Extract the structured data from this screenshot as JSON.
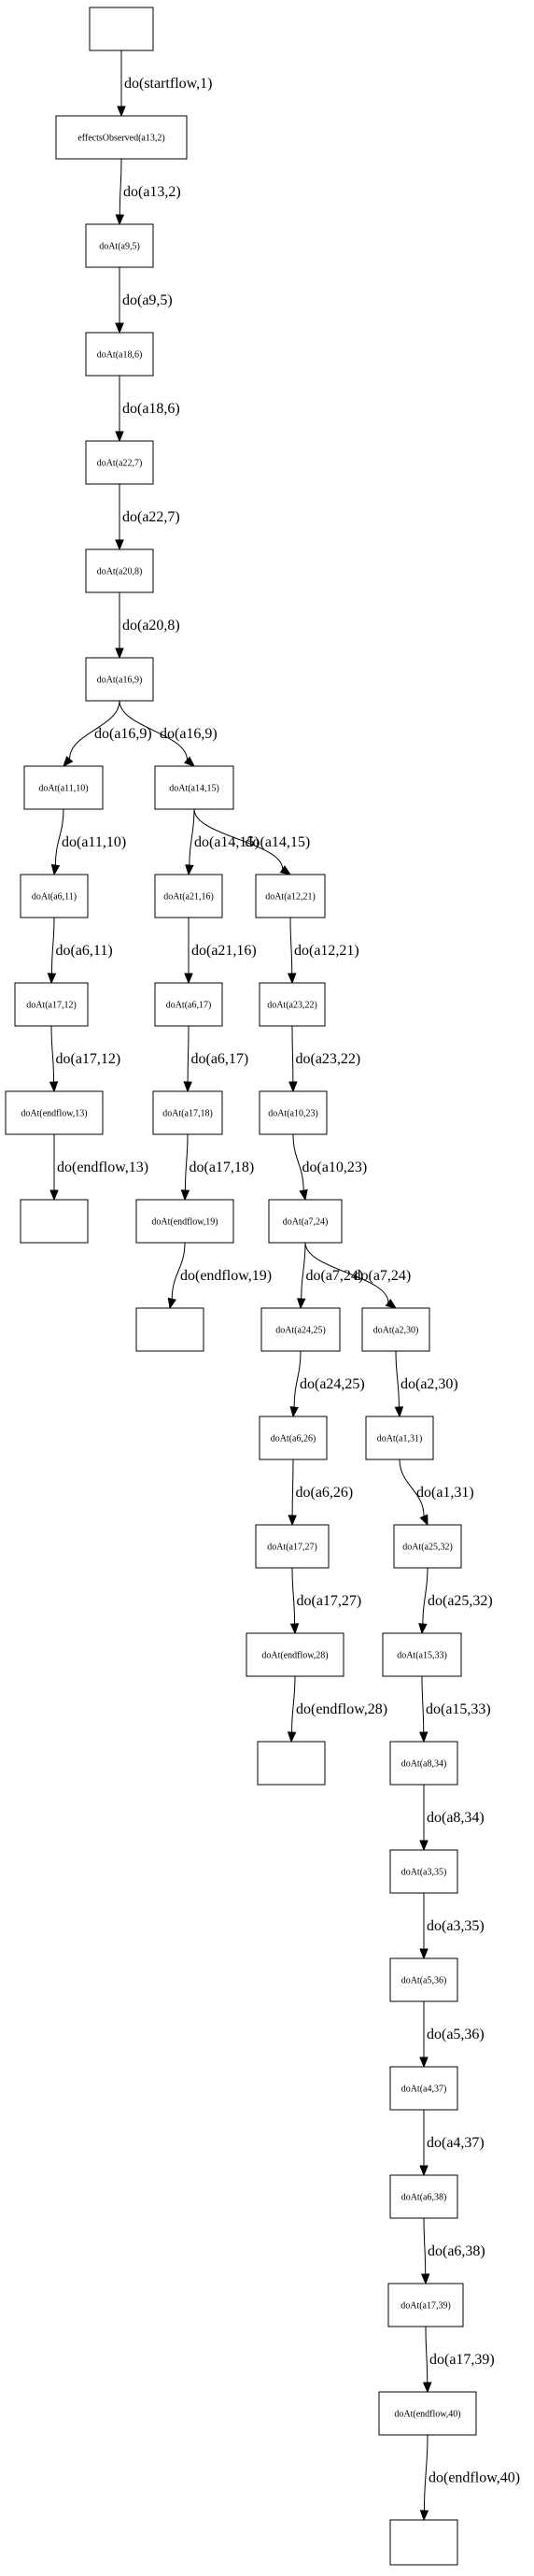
{
  "nodes": [
    {
      "id": "n0",
      "label": ""
    },
    {
      "id": "n1",
      "label": "effectsObserved(a13,2)"
    },
    {
      "id": "n2",
      "label": "doAt(a9,5)"
    },
    {
      "id": "n3",
      "label": "doAt(a18,6)"
    },
    {
      "id": "n4",
      "label": "doAt(a22,7)"
    },
    {
      "id": "n5",
      "label": "doAt(a20,8)"
    },
    {
      "id": "n6",
      "label": "doAt(a16,9)"
    },
    {
      "id": "n7",
      "label": "doAt(a11,10)"
    },
    {
      "id": "n8",
      "label": "doAt(a14,15)"
    },
    {
      "id": "n9",
      "label": "doAt(a6,11)"
    },
    {
      "id": "n10",
      "label": "doAt(a17,12)"
    },
    {
      "id": "n11",
      "label": "doAt(endflow,13)"
    },
    {
      "id": "n12",
      "label": ""
    },
    {
      "id": "n13",
      "label": "doAt(a21,16)"
    },
    {
      "id": "n14",
      "label": "doAt(a6,17)"
    },
    {
      "id": "n15",
      "label": "doAt(a17,18)"
    },
    {
      "id": "n16",
      "label": "doAt(endflow,19)"
    },
    {
      "id": "n17",
      "label": ""
    },
    {
      "id": "n18",
      "label": "doAt(a12,21)"
    },
    {
      "id": "n19",
      "label": "doAt(a23,22)"
    },
    {
      "id": "n20",
      "label": "doAt(a10,23)"
    },
    {
      "id": "n21",
      "label": "doAt(a7,24)"
    },
    {
      "id": "n22",
      "label": "doAt(a24,25)"
    },
    {
      "id": "n23",
      "label": "doAt(a6,26)"
    },
    {
      "id": "n24",
      "label": "doAt(a17,27)"
    },
    {
      "id": "n25",
      "label": "doAt(endflow,28)"
    },
    {
      "id": "n26",
      "label": ""
    },
    {
      "id": "n27",
      "label": "doAt(a2,30)"
    },
    {
      "id": "n28",
      "label": "doAt(a1,31)"
    },
    {
      "id": "n29",
      "label": "doAt(a25,32)"
    },
    {
      "id": "n30",
      "label": "doAt(a15,33)"
    },
    {
      "id": "n31",
      "label": "doAt(a8,34)"
    },
    {
      "id": "n32",
      "label": "doAt(a3,35)"
    },
    {
      "id": "n33",
      "label": "doAt(a5,36)"
    },
    {
      "id": "n34",
      "label": "doAt(a4,37)"
    },
    {
      "id": "n35",
      "label": "doAt(a6,38)"
    },
    {
      "id": "n36",
      "label": "doAt(a17,39)"
    },
    {
      "id": "n37",
      "label": "doAt(endflow,40)"
    },
    {
      "id": "n38",
      "label": ""
    }
  ],
  "edges": [
    {
      "from": "n0",
      "to": "n1",
      "label": "do(startflow,1)"
    },
    {
      "from": "n1",
      "to": "n2",
      "label": "do(a13,2)"
    },
    {
      "from": "n2",
      "to": "n3",
      "label": "do(a9,5)"
    },
    {
      "from": "n3",
      "to": "n4",
      "label": "do(a18,6)"
    },
    {
      "from": "n4",
      "to": "n5",
      "label": "do(a22,7)"
    },
    {
      "from": "n5",
      "to": "n6",
      "label": "do(a20,8)"
    },
    {
      "from": "n6",
      "to": "n7",
      "label": "do(a16,9)"
    },
    {
      "from": "n6",
      "to": "n8",
      "label": "do(a16,9)"
    },
    {
      "from": "n7",
      "to": "n9",
      "label": "do(a11,10)"
    },
    {
      "from": "n9",
      "to": "n10",
      "label": "do(a6,11)"
    },
    {
      "from": "n10",
      "to": "n11",
      "label": "do(a17,12)"
    },
    {
      "from": "n11",
      "to": "n12",
      "label": "do(endflow,13)"
    },
    {
      "from": "n8",
      "to": "n13",
      "label": "do(a14,15)"
    },
    {
      "from": "n8",
      "to": "n18",
      "label": "do(a14,15)"
    },
    {
      "from": "n13",
      "to": "n14",
      "label": "do(a21,16)"
    },
    {
      "from": "n14",
      "to": "n15",
      "label": "do(a6,17)"
    },
    {
      "from": "n15",
      "to": "n16",
      "label": "do(a17,18)"
    },
    {
      "from": "n16",
      "to": "n17",
      "label": "do(endflow,19)"
    },
    {
      "from": "n18",
      "to": "n19",
      "label": "do(a12,21)"
    },
    {
      "from": "n19",
      "to": "n20",
      "label": "do(a23,22)"
    },
    {
      "from": "n20",
      "to": "n21",
      "label": "do(a10,23)"
    },
    {
      "from": "n21",
      "to": "n22",
      "label": "do(a7,24)"
    },
    {
      "from": "n21",
      "to": "n27",
      "label": "do(a7,24)"
    },
    {
      "from": "n22",
      "to": "n23",
      "label": "do(a24,25)"
    },
    {
      "from": "n23",
      "to": "n24",
      "label": "do(a6,26)"
    },
    {
      "from": "n24",
      "to": "n25",
      "label": "do(a17,27)"
    },
    {
      "from": "n25",
      "to": "n26",
      "label": "do(endflow,28)"
    },
    {
      "from": "n27",
      "to": "n28",
      "label": "do(a2,30)"
    },
    {
      "from": "n28",
      "to": "n29",
      "label": "do(a1,31)"
    },
    {
      "from": "n29",
      "to": "n30",
      "label": "do(a25,32)"
    },
    {
      "from": "n30",
      "to": "n31",
      "label": "do(a15,33)"
    },
    {
      "from": "n31",
      "to": "n32",
      "label": "do(a8,34)"
    },
    {
      "from": "n32",
      "to": "n33",
      "label": "do(a3,35)"
    },
    {
      "from": "n33",
      "to": "n34",
      "label": "do(a5,36)"
    },
    {
      "from": "n34",
      "to": "n35",
      "label": "do(a4,37)"
    },
    {
      "from": "n35",
      "to": "n36",
      "label": "do(a6,38)"
    },
    {
      "from": "n36",
      "to": "n37",
      "label": "do(a17,39)"
    },
    {
      "from": "n37",
      "to": "n38",
      "label": "do(endflow,40)"
    }
  ]
}
